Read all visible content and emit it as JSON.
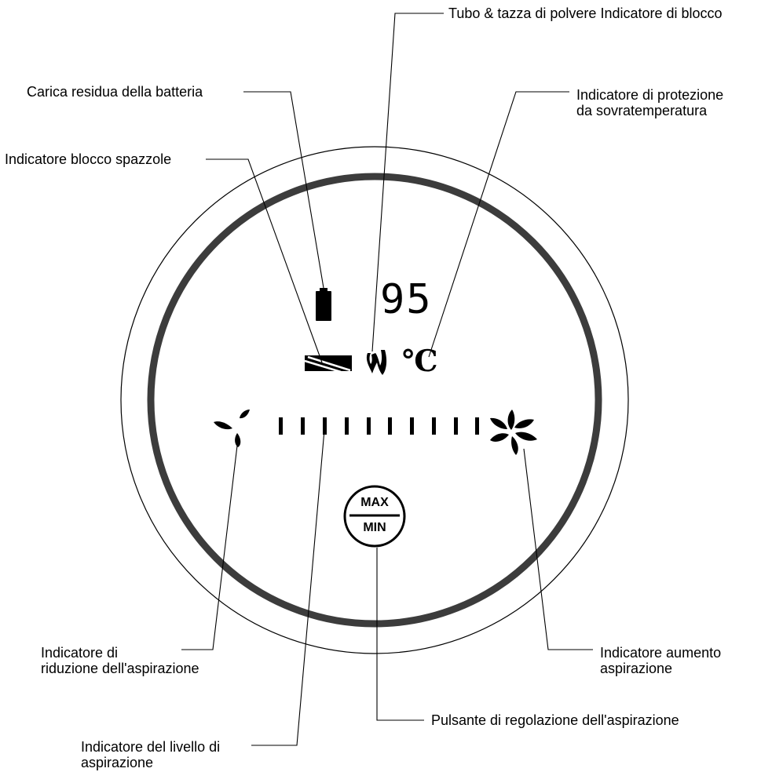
{
  "labels": {
    "tube_block": "Tubo & tazza di polvere Indicatore di blocco",
    "battery": "Carica residua della batteria",
    "overheat": "Indicatore di protezione\nda sovratemperatura",
    "brush_block": "Indicatore blocco spazzole",
    "suction_reduce": "Indicatore di\nriduzione dell'aspirazione",
    "suction_increase": "Indicatore aumento\naspirazione",
    "suction_button": "Pulsante di regolazione dell'aspirazione",
    "suction_level": "Indicatore del livello di\naspirazione"
  },
  "display": {
    "battery_percent": "95",
    "temp_symbol": "℃",
    "level_bars": 10,
    "button_top": "MAX",
    "button_bottom": "MIN"
  },
  "colors": {
    "ring": "#3c3c3c",
    "line": "#000000"
  },
  "icons": {
    "battery": "battery-icon",
    "brush": "brush-block-icon",
    "tube": "tube-block-icon",
    "temperature": "celsius-icon",
    "fan_small": "fan-small-icon",
    "fan_large": "fan-large-icon"
  }
}
